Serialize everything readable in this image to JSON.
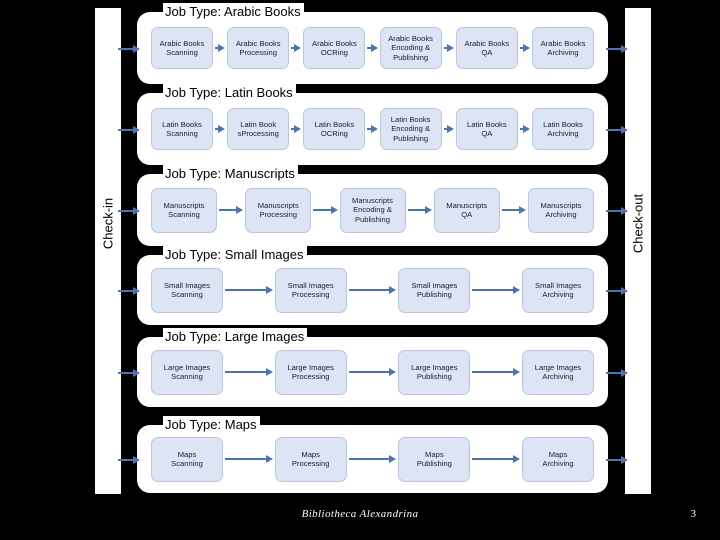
{
  "slide": {
    "background_color": "#000000",
    "node_fill_color": "#dde5f4",
    "node_border_color": "#b9c6de",
    "arrow_color": "#4f74ac",
    "band_color": "#ffffff"
  },
  "checkin": {
    "label": "Check-in"
  },
  "checkout": {
    "label": "Check-out"
  },
  "lanes": [
    {
      "title": "Job Type: Arabic Books",
      "nodes": [
        {
          "line1": "Arabic Books",
          "line2": "Scanning"
        },
        {
          "line1": "Arabic Books",
          "line2": "Processing"
        },
        {
          "line1": "Arabic Books",
          "line2": "OCRing"
        },
        {
          "line1": "Arabic Books",
          "line2": "Encoding &",
          "line3": "Publishing"
        },
        {
          "line1": "Arabic Books",
          "line2": "QA"
        },
        {
          "line1": "Arabic Books",
          "line2": "Archiving"
        }
      ]
    },
    {
      "title": "Job Type: Latin Books",
      "nodes": [
        {
          "line1": "Latin Books",
          "line2": "Scanning"
        },
        {
          "line1": "Latin Book",
          "line2": "sProcessing"
        },
        {
          "line1": "Latin Books",
          "line2": "OCRing"
        },
        {
          "line1": "Latin Books",
          "line2": "Encoding &",
          "line3": "Publishing"
        },
        {
          "line1": "Latin Books",
          "line2": "QA"
        },
        {
          "line1": "Latin Books",
          "line2": "Archiving"
        }
      ]
    },
    {
      "title": "Job Type: Manuscripts",
      "nodes": [
        {
          "line1": "Manuscripts",
          "line2": "Scanning"
        },
        {
          "line1": "Manuscripts",
          "line2": "Processing"
        },
        {
          "line1": "Manuscripts",
          "line2": "Encoding &",
          "line3": "Publishing"
        },
        {
          "line1": "Manuscripts",
          "line2": "QA"
        },
        {
          "line1": "Manuscripts",
          "line2": "Archiving"
        }
      ]
    },
    {
      "title": "Job Type: Small Images",
      "nodes": [
        {
          "line1": "Small Images",
          "line2": "Scanning"
        },
        {
          "line1": "Small Images",
          "line2": "Processing"
        },
        {
          "line1": "Small Images",
          "line2": "Publishing"
        },
        {
          "line1": "Small Images",
          "line2": "Archiving"
        }
      ]
    },
    {
      "title": "Job Type: Large Images",
      "nodes": [
        {
          "line1": "Large Images",
          "line2": "Scanning"
        },
        {
          "line1": "Large Images",
          "line2": "Processing"
        },
        {
          "line1": "Large Images",
          "line2": "Publishing"
        },
        {
          "line1": "Large Images",
          "line2": "Archiving"
        }
      ]
    },
    {
      "title": "Job Type: Maps",
      "nodes": [
        {
          "line1": "Maps",
          "line2": "Scanning"
        },
        {
          "line1": "Maps",
          "line2": "Processing"
        },
        {
          "line1": "Maps",
          "line2": "Publishing"
        },
        {
          "line1": "Maps",
          "line2": "Archiving"
        }
      ]
    }
  ],
  "footer": {
    "title": "Bibliotheca Alexandrina",
    "page_number": "3"
  }
}
